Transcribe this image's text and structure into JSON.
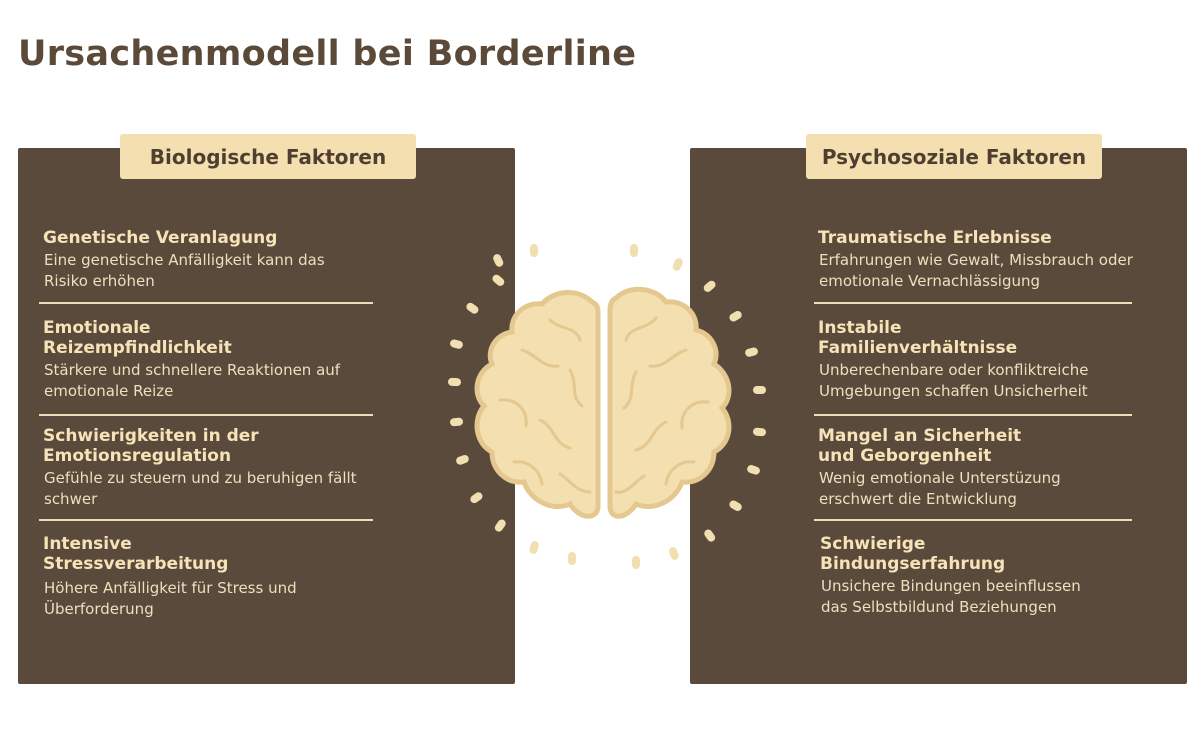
{
  "title": "Ursachenmodell bei Borderline",
  "biological": {
    "heading": "Biologische Faktoren",
    "items": [
      {
        "title": "Genetische Veranlagung",
        "description": "Eine genetische Anfälligkeit kann das Risiko erhöhen"
      },
      {
        "title": "Emotionale Reizempfindlichkeit",
        "description": "Stärkere und schnellere Reaktionen auf emotionale Reize"
      },
      {
        "title": "Schwierigkeiten in der Emotionsregulation",
        "description": "Gefühle zu steuern und zu beruhigen fällt schwer"
      },
      {
        "title": "Intensive Stressverarbeitung",
        "description": "Höhere Anfälligkeit für Stress und Überforderung"
      }
    ]
  },
  "psychosocial": {
    "heading": "Psychosoziale Faktoren",
    "items": [
      {
        "title": "Traumatische Erlebnisse",
        "description": "Erfahrungen wie Gewalt, Missbrauch oder emotionale Vernachlässigung"
      },
      {
        "title": "Instabile Familienverhältnisse",
        "description": "Unberechenbare oder konfliktreiche Umgebungen schaffen Unsicherheit"
      },
      {
        "title": "Mangel an Sicherheit und Geborgenheit",
        "description": "Wenig emotionale Unterstüzung erschwert die Entwicklung"
      },
      {
        "title": "Schwierige Bindungserfahrung",
        "description": "Unsichere Bindungen beeinflussen das Selbstbildund Beziehungen"
      }
    ]
  },
  "icon": "brain-icon",
  "colors": {
    "panel": "#5a4a3b",
    "accent": "#f3dfb0",
    "title": "#5b4a3a"
  }
}
